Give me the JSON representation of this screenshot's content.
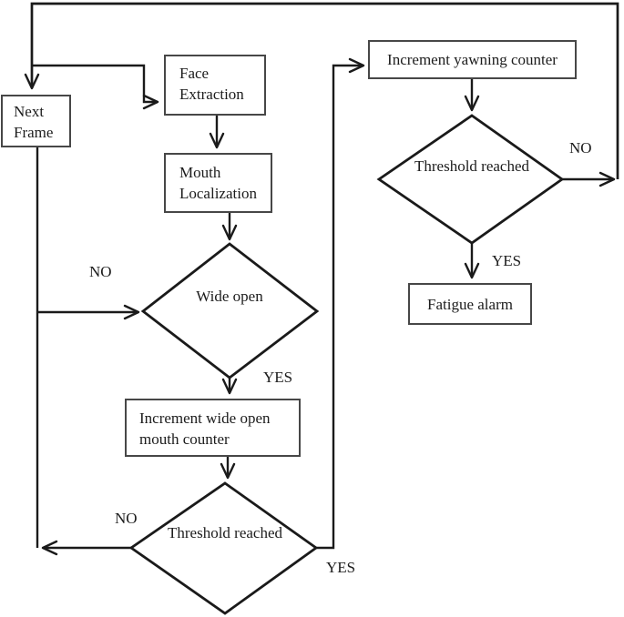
{
  "colors": {
    "background": "#ffffff",
    "line": "#1a1a1a",
    "box_border": "#474747",
    "text": "#1c1c1c"
  },
  "nodes": {
    "next_frame": {
      "type": "process",
      "lines": [
        "Next",
        "Frame"
      ]
    },
    "face_extraction": {
      "type": "process",
      "lines": [
        "Face",
        "Extraction"
      ]
    },
    "mouth_localization": {
      "type": "process",
      "lines": [
        "Mouth",
        "Localization"
      ]
    },
    "wide_open": {
      "type": "decision",
      "lines": [
        "Wide",
        "open"
      ]
    },
    "increment_wide_open": {
      "type": "process",
      "lines": [
        "Increment wide open",
        "mouth counter"
      ]
    },
    "threshold_reached_wide": {
      "type": "decision",
      "lines": [
        "Threshold",
        "reached"
      ]
    },
    "increment_yawning": {
      "type": "process",
      "lines": [
        "Increment yawning counter"
      ]
    },
    "threshold_reached_yawn": {
      "type": "decision",
      "lines": [
        "Threshold",
        "reached"
      ]
    },
    "fatigue_alarm": {
      "type": "process",
      "lines": [
        "Fatigue alarm"
      ]
    }
  },
  "edge_labels": {
    "wide_open_no": "NO",
    "wide_open_yes": "YES",
    "threshold_wide_no": "NO",
    "threshold_wide_yes": "YES",
    "threshold_yawn_no": "NO",
    "threshold_yawn_yes": "YES"
  }
}
